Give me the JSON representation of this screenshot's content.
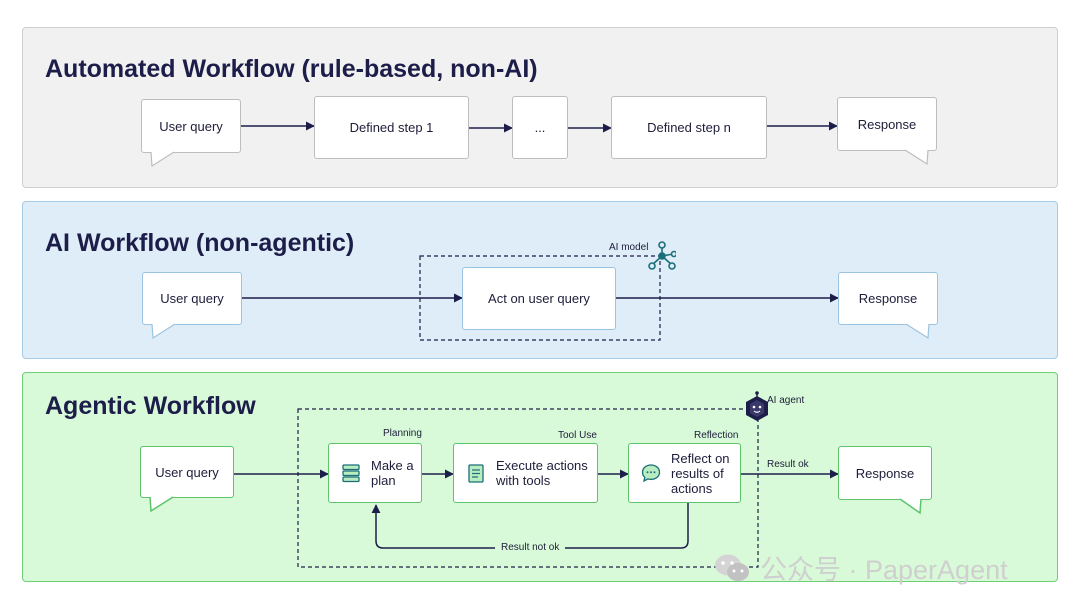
{
  "rule_based": {
    "title": "Automated Workflow (rule-based, non-AI)",
    "user_query": "User query",
    "step1": "Defined step 1",
    "ellipsis": "...",
    "step_n": "Defined step n",
    "response": "Response"
  },
  "ai_workflow": {
    "title": "AI Workflow (non-agentic)",
    "user_query": "User query",
    "model_label": "AI model",
    "action": "Act on user query",
    "response": "Response"
  },
  "agentic": {
    "title": "Agentic Workflow",
    "user_query": "User query",
    "agent_label": "AI agent",
    "planning_label": "Planning",
    "plan_text": "Make a plan",
    "tool_use_label": "Tool Use",
    "execute_text": "Execute actions with tools",
    "reflection_label": "Reflection",
    "reflect_text": "Reflect on results of actions",
    "result_ok": "Result ok",
    "result_not_ok": "Result not ok",
    "response": "Response"
  },
  "watermark": {
    "text": "公众号 · PaperAgent"
  },
  "colors": {
    "panel_gray": "#f1f1f1",
    "panel_blue": "#deedf7",
    "panel_green": "#d9fad9",
    "arrow": "#1d1d4a",
    "accent_teal": "#1b6e7a",
    "green_border": "#5cc46a"
  }
}
